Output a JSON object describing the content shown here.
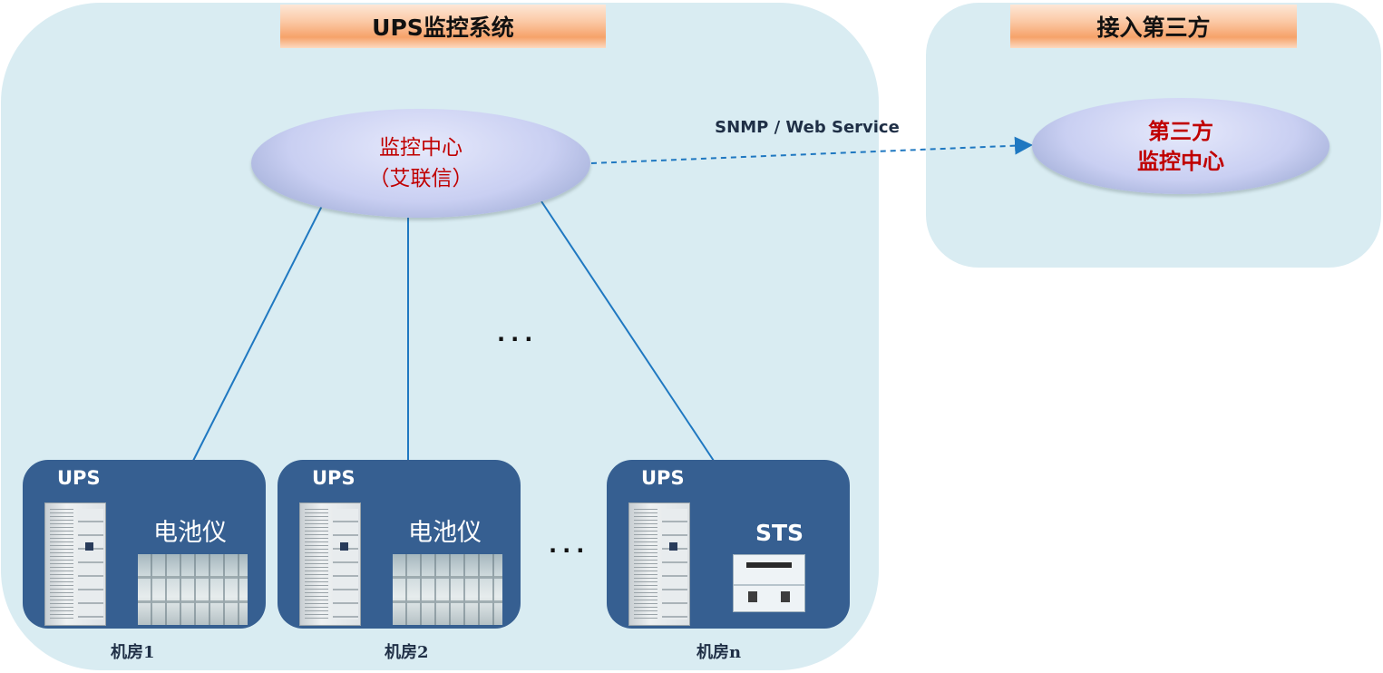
{
  "regions": {
    "ups_system": {
      "title": "UPS监控系统"
    },
    "third_party": {
      "title": "接入第三方"
    }
  },
  "nodes": {
    "monitor_center": {
      "line1": "监控中心",
      "line2": "（艾联信）"
    },
    "third_party_center": {
      "line1": "第三方",
      "line2": "监控中心"
    }
  },
  "protocol_label": "SNMP / Web Service",
  "ellipsis": "···",
  "rooms": [
    {
      "caption": "机房1",
      "ups_label": "UPS",
      "device_label": "电池仪",
      "device_type": "battery-monitor"
    },
    {
      "caption": "机房2",
      "ups_label": "UPS",
      "device_label": "电池仪",
      "device_type": "battery-monitor"
    },
    {
      "caption": "机房n",
      "ups_label": "UPS",
      "device_label": "STS",
      "device_type": "sts"
    }
  ],
  "colors": {
    "region_fill": "#d9ecf2",
    "room_fill": "#365f91",
    "node_text": "#c00000",
    "link_line": "#1f78c1",
    "banner_orange": "#f6a26a"
  }
}
